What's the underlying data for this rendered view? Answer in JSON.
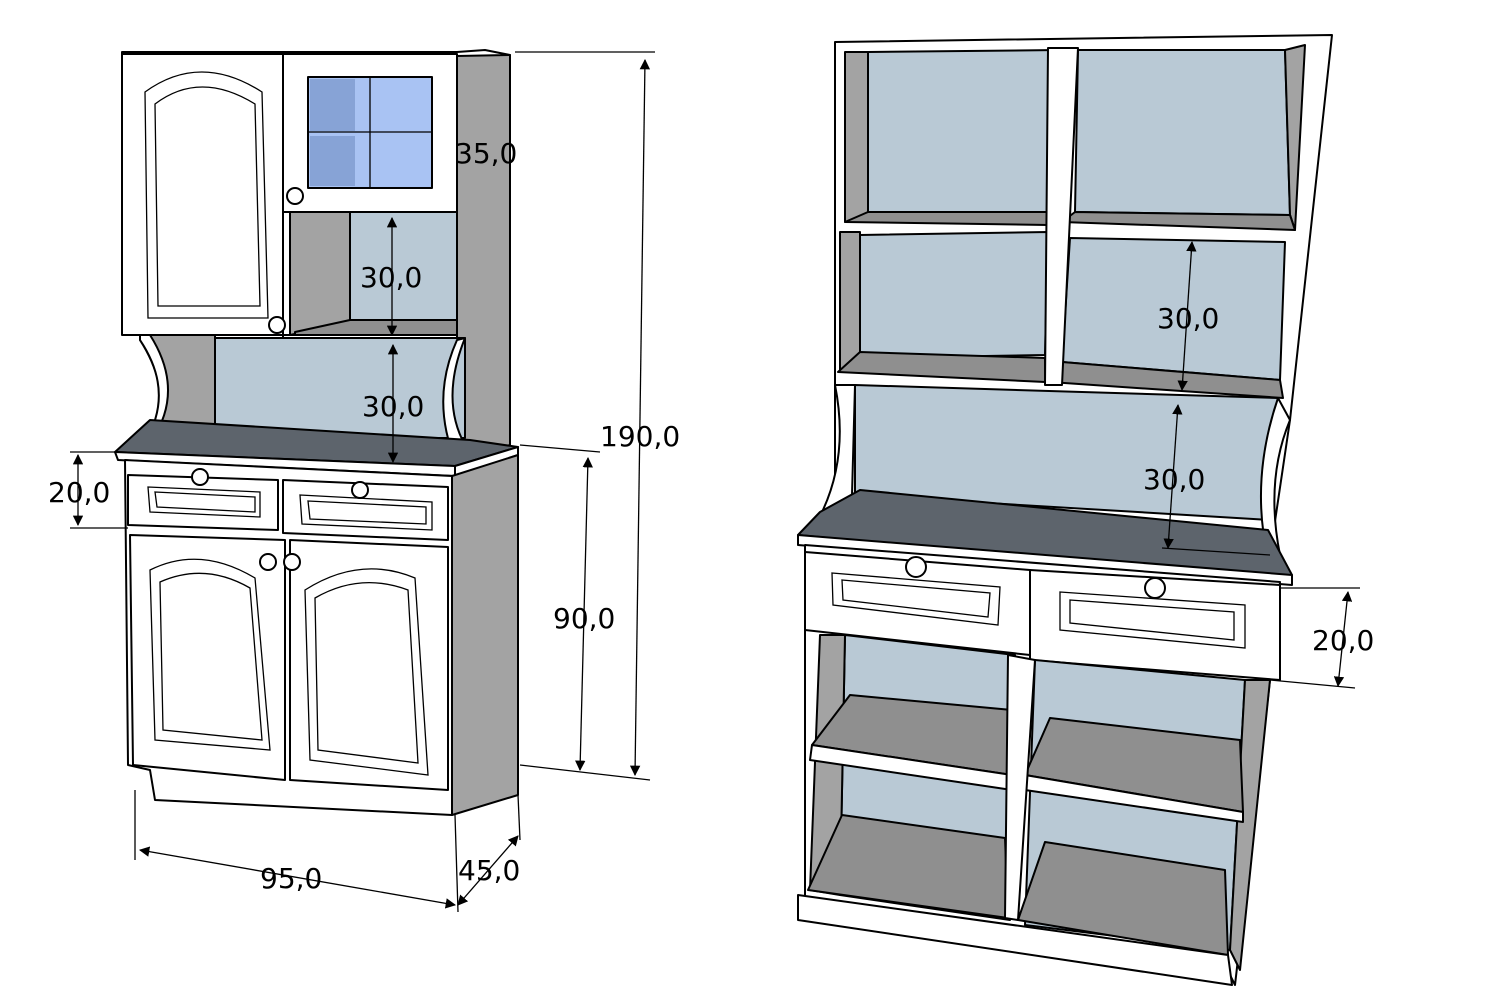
{
  "left_cabinet": {
    "dimensions": {
      "total_height": "190,0",
      "base_height": "90,0",
      "width": "95,0",
      "depth": "45,0",
      "drawer_height": "20,0",
      "upper_depth": "35,0",
      "upper_shelf_gap": "30,0",
      "lower_shelf_gap": "30,0"
    }
  },
  "right_cabinet": {
    "dimensions": {
      "upper_shelf_gap": "30,0",
      "lower_shelf_gap": "30,0",
      "drawer_height": "20,0"
    }
  },
  "colors": {
    "panel": "#ffffff",
    "side": "#a3a3a3",
    "back": "#b9c9d5",
    "countertop": "#5d646c",
    "glass": "#a9c3f3"
  }
}
